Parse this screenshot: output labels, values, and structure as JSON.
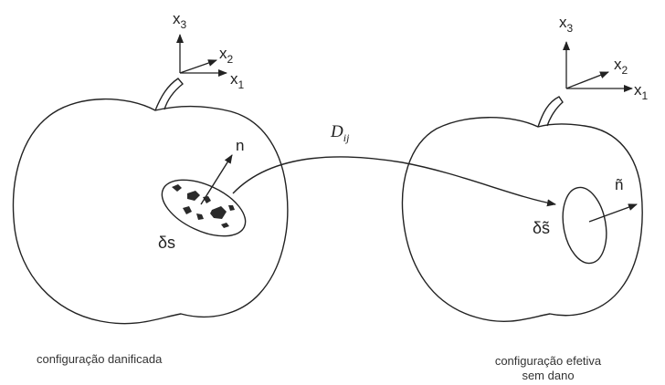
{
  "diagram": {
    "left": {
      "axes": {
        "x3": "x",
        "x3_sub": "3",
        "x2": "x",
        "x2_sub": "2",
        "x1": "x",
        "x1_sub": "1"
      },
      "normal": "n",
      "surface": "δs",
      "caption": "configuração danificada"
    },
    "mapping": {
      "label": "D",
      "label_sub": "ij"
    },
    "right": {
      "axes": {
        "x3": "x",
        "x3_sub": "3",
        "x2": "x",
        "x2_sub": "2",
        "x1": "x",
        "x1_sub": "1"
      },
      "normal": "ñ",
      "surface": "δs̃",
      "caption_line1": "configuração efetiva",
      "caption_line2": "sem dano"
    }
  }
}
